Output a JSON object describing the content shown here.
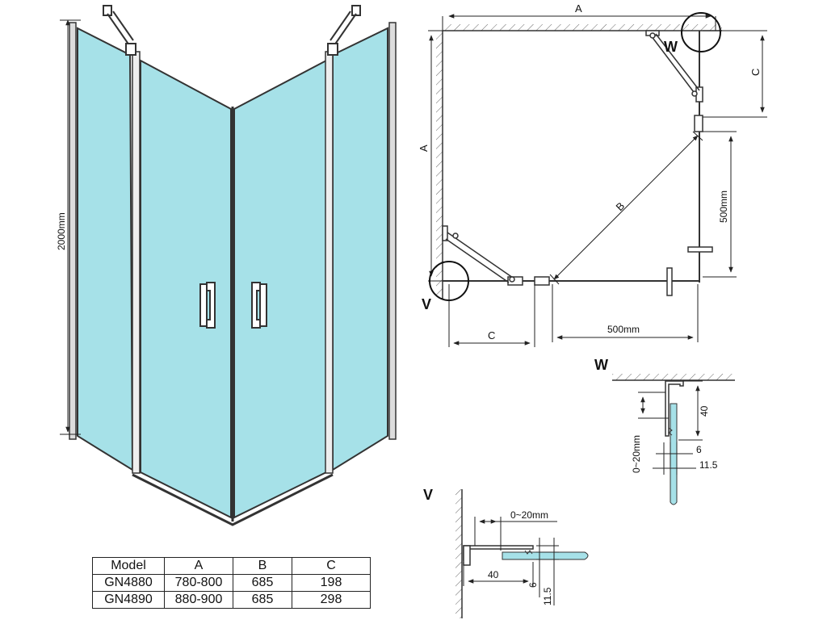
{
  "perspective": {
    "height_label": "2000mm"
  },
  "plan": {
    "dim_a_top": "A",
    "dim_a_left": "A",
    "dim_b": "B",
    "dim_c_right": "C",
    "dim_c_bottom": "C",
    "dim_500_vertical": "500mm",
    "dim_500_horizontal": "500mm",
    "detail_w_marker": "W",
    "detail_v_marker": "V"
  },
  "detail_w": {
    "title": "W",
    "dim_40": "40",
    "dim_range": "0~20mm",
    "dim_6": "6",
    "dim_11_5": "11.5"
  },
  "detail_v": {
    "title": "V",
    "dim_range": "0~20mm",
    "dim_40": "40",
    "dim_6": "6",
    "dim_11_5": "11.5"
  },
  "colors": {
    "glass": "#a6e1e8",
    "line": "#333333"
  },
  "table": {
    "headers": [
      "Model",
      "A",
      "B",
      "C"
    ],
    "rows": [
      [
        "GN4880",
        "780-800",
        "685",
        "198"
      ],
      [
        "GN4890",
        "880-900",
        "685",
        "298"
      ]
    ]
  }
}
